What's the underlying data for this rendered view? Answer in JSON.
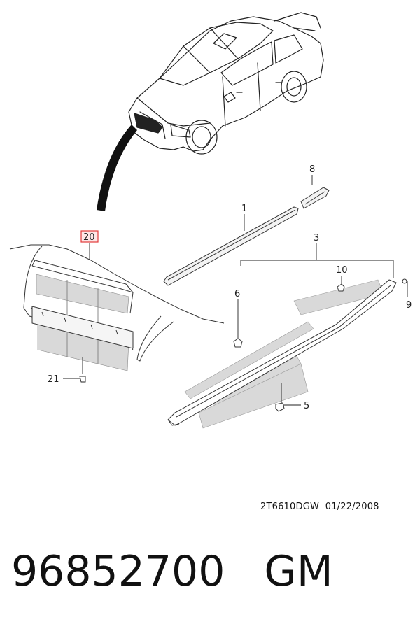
{
  "callouts": {
    "c1": "1",
    "c3": "3",
    "c5": "5",
    "c6": "6",
    "c8": "8",
    "c9": "9",
    "c10": "10",
    "c20": "20",
    "c21": "21"
  },
  "highlight_color": "#e23b3b",
  "highlight_fill": "#fde6e6",
  "reference": {
    "code": "2T6610DGW",
    "date": "01/22/2008"
  },
  "footer": {
    "part_number": "96852700",
    "brand": "GM"
  }
}
